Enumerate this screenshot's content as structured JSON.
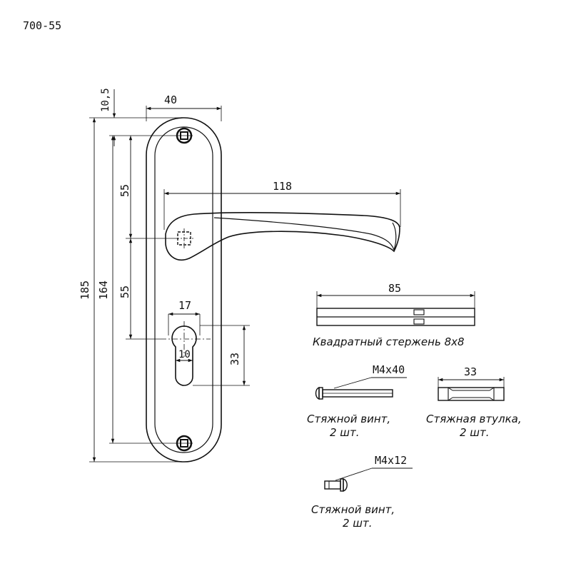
{
  "drawing": {
    "model_code": "700-55",
    "handle_plate": {
      "dim_width": "40",
      "dim_top_offset": "10,5",
      "dim_handle_length": "118",
      "dim_upper_spacing": "55",
      "dim_lower_spacing": "55",
      "dim_total_height": "185",
      "dim_mount_spacing": "164",
      "dim_cylinder_width": "17",
      "dim_cylinder_inner": "10",
      "dim_cylinder_height": "33"
    },
    "square_rod": {
      "dim_length": "85",
      "caption": "Квадратный стержень 8х8"
    },
    "tie_screw_long": {
      "size_label": "M4x40",
      "caption_line1": "Стяжной винт,",
      "caption_line2": "2 шт."
    },
    "tie_bushing": {
      "dim_length": "33",
      "caption_line1": "Стяжная втулка,",
      "caption_line2": "2 шт."
    },
    "tie_screw_short": {
      "size_label": "M4x12",
      "caption_line1": "Стяжной винт,",
      "caption_line2": "2 шт."
    }
  }
}
